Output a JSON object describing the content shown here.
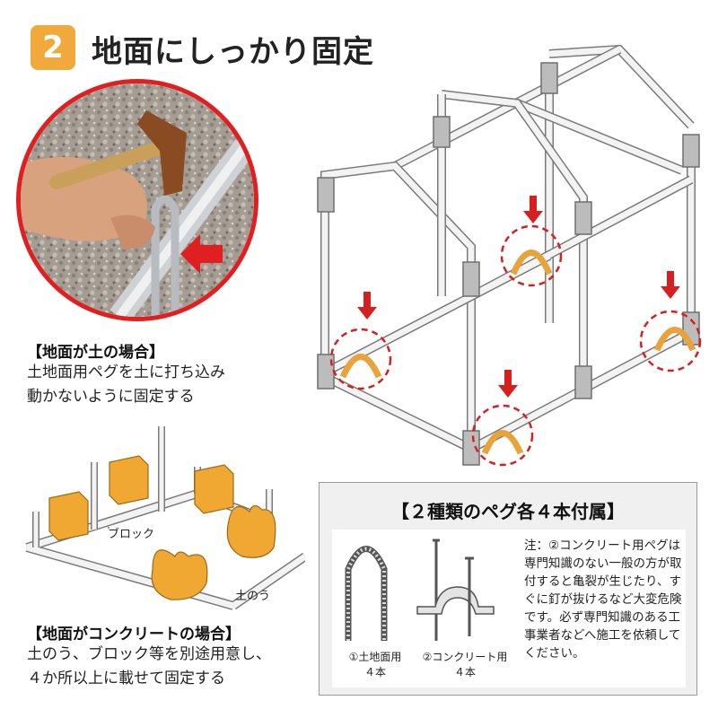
{
  "header": {
    "step_number": "2",
    "title": "地面にしっかり固定"
  },
  "soil": {
    "title": "【地面が土の場合】",
    "lines": [
      "土地面用ペグを土に打ち込み",
      "動かないように固定する"
    ]
  },
  "concrete": {
    "title": "【地面がコンクリートの場合】",
    "lines": [
      "土のう、ブロック等を別途用意し、",
      "４か所以上に載せて固定する"
    ],
    "label_block": "ブロック",
    "label_sandbag": "土のう"
  },
  "pegs": {
    "title": "【２種類のペグ各４本付属】",
    "soil_peg_label": "①土地面用",
    "soil_peg_count": "４本",
    "concrete_peg_label": "②コンクリート用",
    "concrete_peg_count": "４本",
    "note": "注：②コンクリート用ペグは専門知識のない一般の方が取付すると亀裂が生じたり、すぐに釘が抜けるなど大変危険です。必ず専門知識のある工事業者などへ施工を依頼してください。"
  },
  "colors": {
    "accent_orange": "#f2a93b",
    "highlight_red": "#e02020",
    "peg_orange": "#e8a33a"
  }
}
